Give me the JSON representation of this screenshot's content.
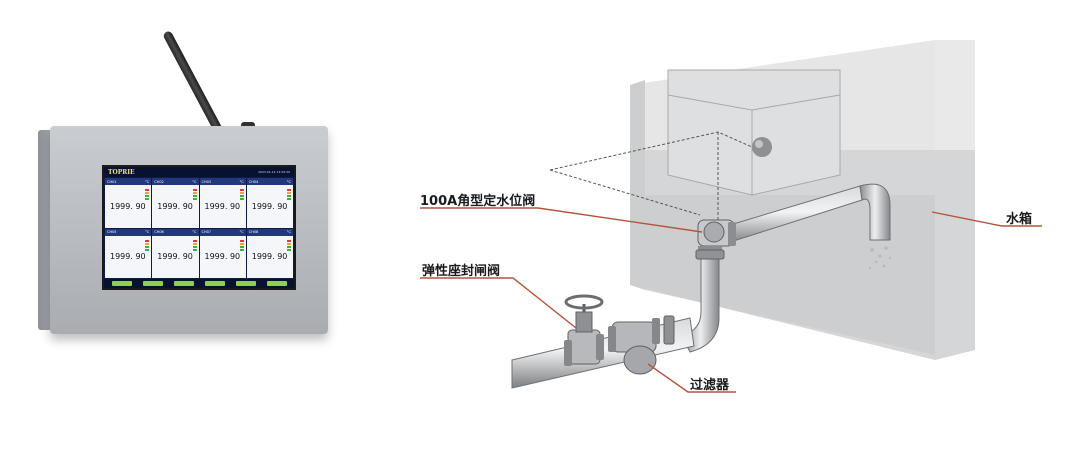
{
  "device": {
    "brand": "TOPRIE",
    "timestamp": "2023-01-14 13:09:30",
    "unit": "°C",
    "channels": [
      {
        "id": "CH01",
        "value": "1999. 90"
      },
      {
        "id": "CH02",
        "value": "1999. 90"
      },
      {
        "id": "CH03",
        "value": "1999. 90"
      },
      {
        "id": "CH04",
        "value": "1999. 90"
      },
      {
        "id": "CH05",
        "value": "1999. 90"
      },
      {
        "id": "CH06",
        "value": "1999. 90"
      },
      {
        "id": "CH07",
        "value": "1999. 90"
      },
      {
        "id": "CH08",
        "value": "1999. 90"
      }
    ],
    "footer_buttons": 6
  },
  "diagram": {
    "labels": {
      "angle_valve": "100A角型定水位阀",
      "gate_valve": "弹性座封闸阀",
      "water_tank": "水箱",
      "filter": "过滤器"
    }
  },
  "colors": {
    "screen_bg": "#0d1c44",
    "leader_line": "#b5533b",
    "tank_wall": "#dcdcdc",
    "pipe": "#9a9c9f"
  }
}
